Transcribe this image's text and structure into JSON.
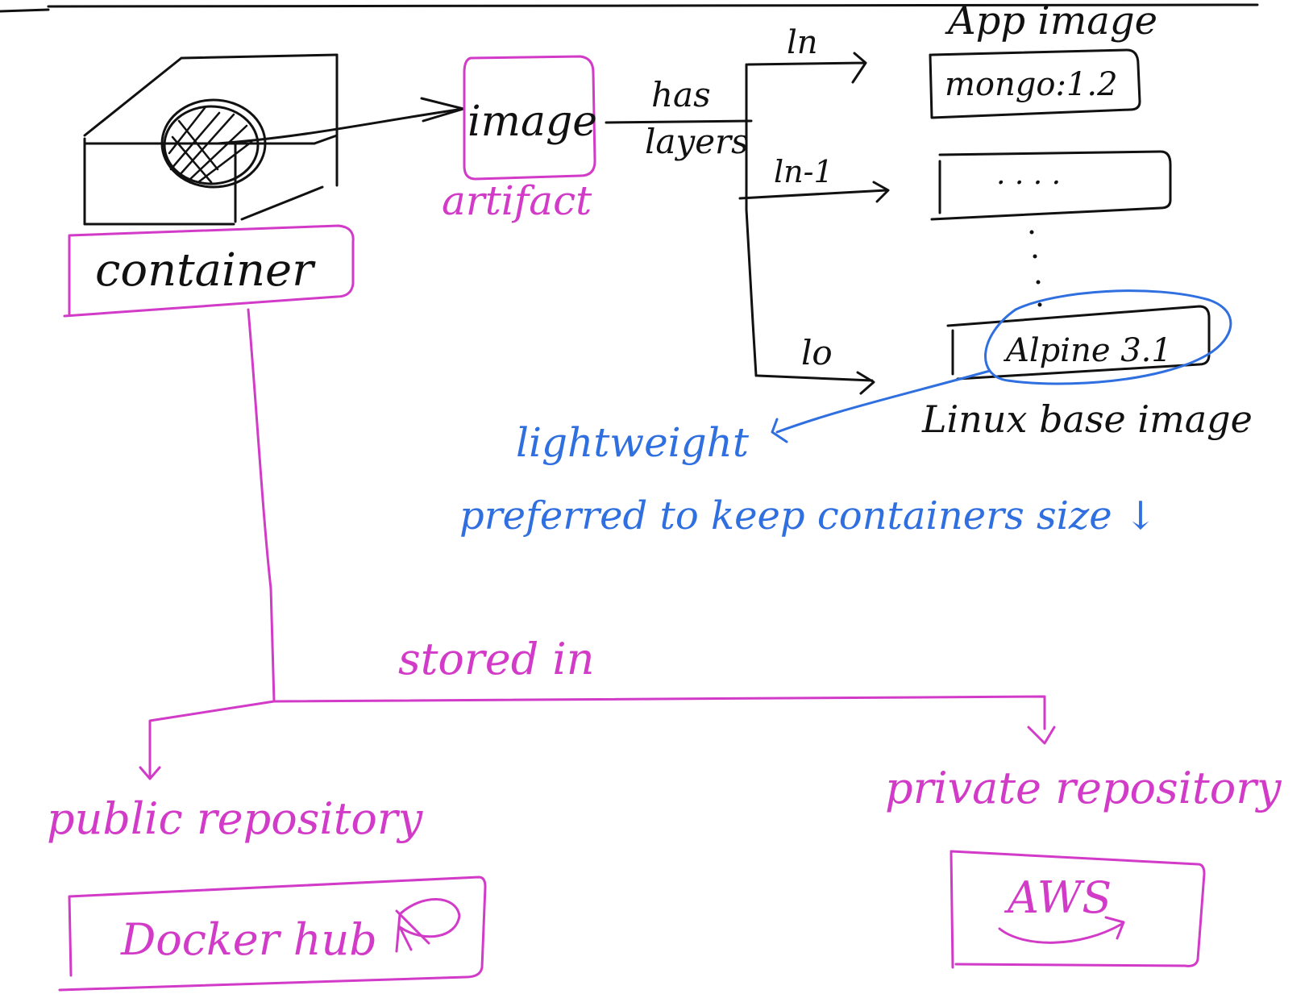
{
  "colors": {
    "ink": "#111111",
    "magenta": "#d23bc8",
    "blue": "#2f6fe0",
    "background": "#ffffff"
  },
  "nodes": {
    "container": "container",
    "image": "image",
    "artifact": "artifact",
    "has_layers_line1": "has",
    "has_layers_line2": "layers",
    "app_image_title": "App image",
    "app_image_value": "mongo:1.2",
    "middle_layer_value": ". . . .",
    "base_layer_value": "Alpine 3.1",
    "base_image_caption": "Linux base image",
    "layer_n": "ln",
    "layer_n_minus_1": "ln-1",
    "layer_0": "lo",
    "lightweight": "lightweight",
    "preferred_note": "preferred to keep containers size ↓",
    "stored_in": "stored in",
    "public_repository": "public repository",
    "docker_hub": "Docker hub",
    "private_repository": "private repository",
    "aws": "AWS"
  }
}
